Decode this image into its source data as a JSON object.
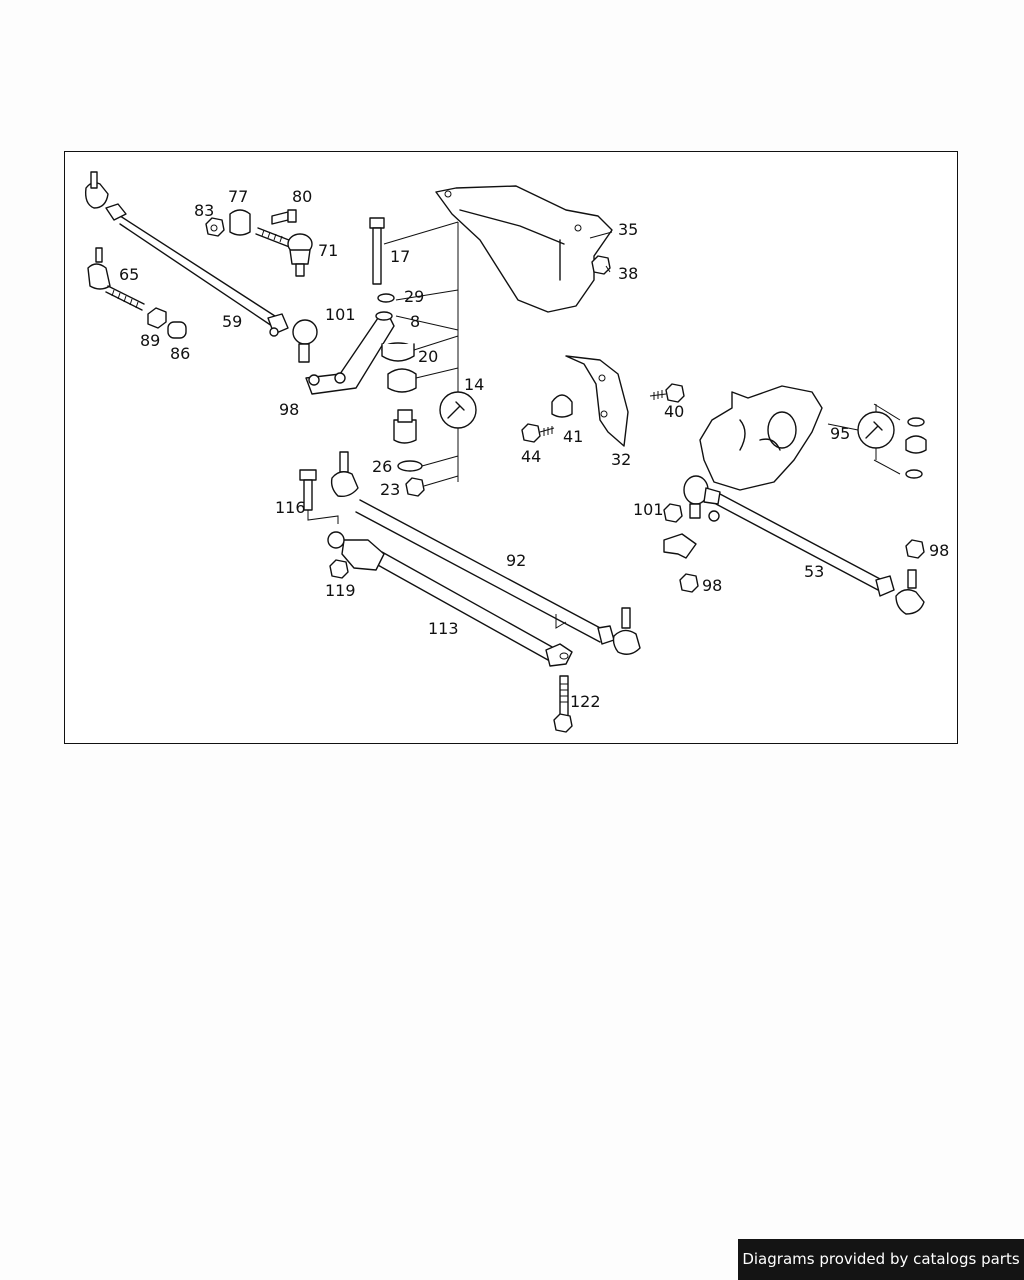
{
  "diagram": {
    "parts": [
      {
        "id": "p17",
        "label": "17"
      },
      {
        "id": "p29",
        "label": "29"
      },
      {
        "id": "p8",
        "label": "8"
      },
      {
        "id": "p20",
        "label": "20"
      },
      {
        "id": "p14",
        "label": "14"
      },
      {
        "id": "p26",
        "label": "26"
      },
      {
        "id": "p23",
        "label": "23"
      },
      {
        "id": "p35",
        "label": "35"
      },
      {
        "id": "p38",
        "label": "38"
      },
      {
        "id": "p83",
        "label": "83"
      },
      {
        "id": "p77",
        "label": "77"
      },
      {
        "id": "p80",
        "label": "80"
      },
      {
        "id": "p71",
        "label": "71"
      },
      {
        "id": "p65",
        "label": "65"
      },
      {
        "id": "p59",
        "label": "59"
      },
      {
        "id": "p89",
        "label": "89"
      },
      {
        "id": "p86",
        "label": "86"
      },
      {
        "id": "p101a",
        "label": "101"
      },
      {
        "id": "p98a",
        "label": "98"
      },
      {
        "id": "p40",
        "label": "40"
      },
      {
        "id": "p41",
        "label": "41"
      },
      {
        "id": "p44",
        "label": "44"
      },
      {
        "id": "p32",
        "label": "32"
      },
      {
        "id": "p95",
        "label": "95"
      },
      {
        "id": "p101b",
        "label": "101"
      },
      {
        "id": "p98b",
        "label": "98"
      },
      {
        "id": "p98c",
        "label": "98"
      },
      {
        "id": "p53",
        "label": "53"
      },
      {
        "id": "p116",
        "label": "116"
      },
      {
        "id": "p119",
        "label": "119"
      },
      {
        "id": "p92",
        "label": "92"
      },
      {
        "id": "p113",
        "label": "113"
      },
      {
        "id": "p122",
        "label": "122"
      }
    ]
  },
  "footer": {
    "credit": "Diagrams provided by catalogs parts"
  }
}
